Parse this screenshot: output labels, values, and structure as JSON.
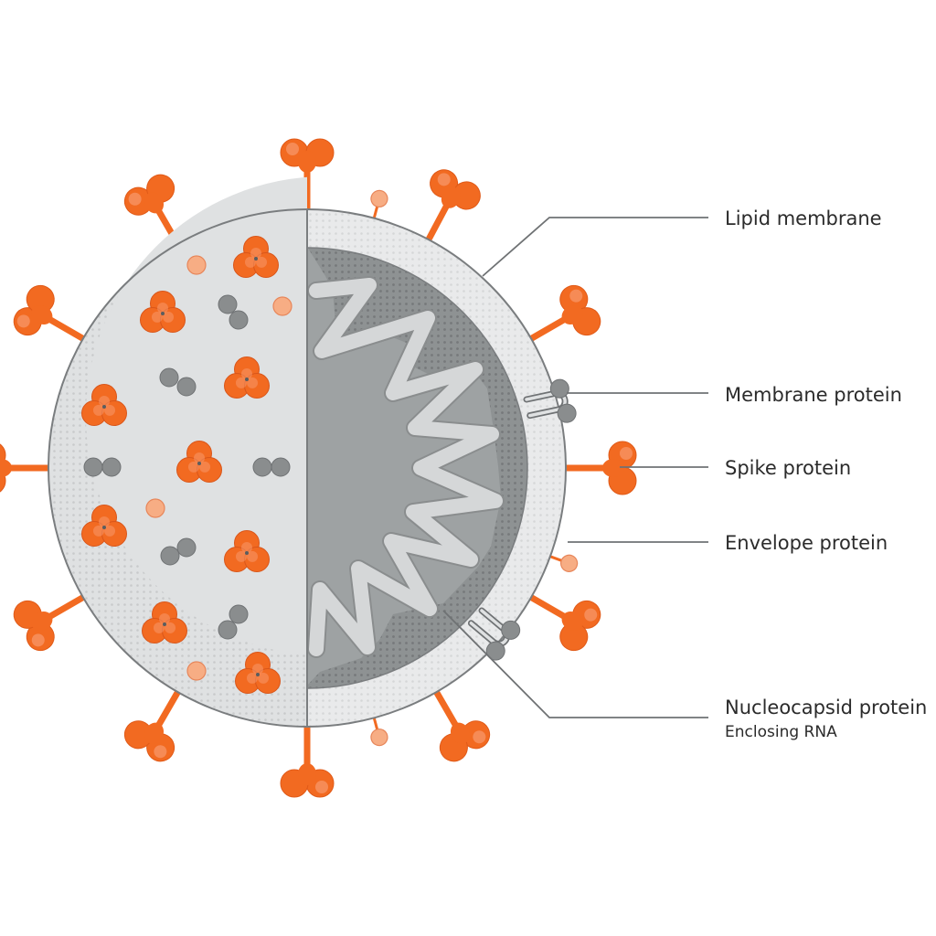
{
  "labels": {
    "lipid_membrane": "Lipid membrane",
    "membrane_protein": "Membrane protein",
    "spike_protein": "Spike protein",
    "envelope_protein": "Envelope protein",
    "nucleocapsid_protein": "Nucleocapsid protein",
    "nucleocapsid_sub": "Enclosing RNA"
  },
  "colors": {
    "spike": "#f26a21",
    "spike_light": "#f9a27a",
    "envelope": "#f7ad84",
    "membrane_outer": "#e9eaeb",
    "membrane_left": "#dfe1e2",
    "core_dark": "#8e9293",
    "core_mid": "#9ea2a3",
    "rna": "#d5d7d8",
    "m_protein": "#8a8d8e",
    "outline": "#7a7d7f",
    "leader": "#6f7274"
  }
}
